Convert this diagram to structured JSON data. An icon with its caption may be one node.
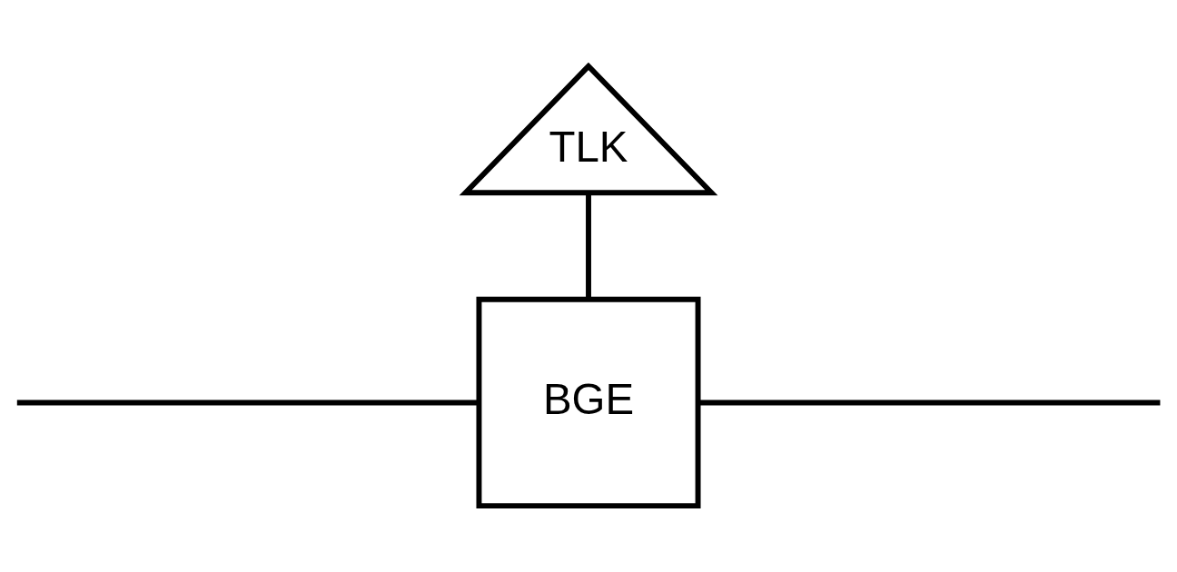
{
  "diagram": {
    "nodes": [
      {
        "text": [
          "TLK"
        ]
      },
      {
        "text": [
          "BGE"
        ]
      }
    ],
    "edges": [
      {
        "from": 0,
        "to": 1,
        "arrow": "none"
      },
      {
        "from": null,
        "to": 1,
        "arrow": "none"
      },
      {
        "from": 1,
        "to": null,
        "arrow": "none"
      }
    ]
  }
}
